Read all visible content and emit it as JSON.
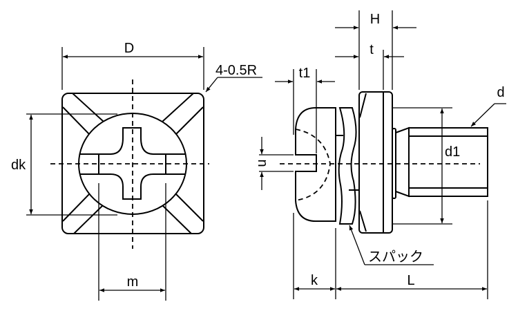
{
  "labels": {
    "D": "D",
    "R": "4-0.5R",
    "dk": "dk",
    "m": "m",
    "t1": "t1",
    "n": "n",
    "H": "H",
    "t": "t",
    "d": "d",
    "d1": "d1",
    "k": "k",
    "L": "L",
    "spack": "スパック"
  }
}
